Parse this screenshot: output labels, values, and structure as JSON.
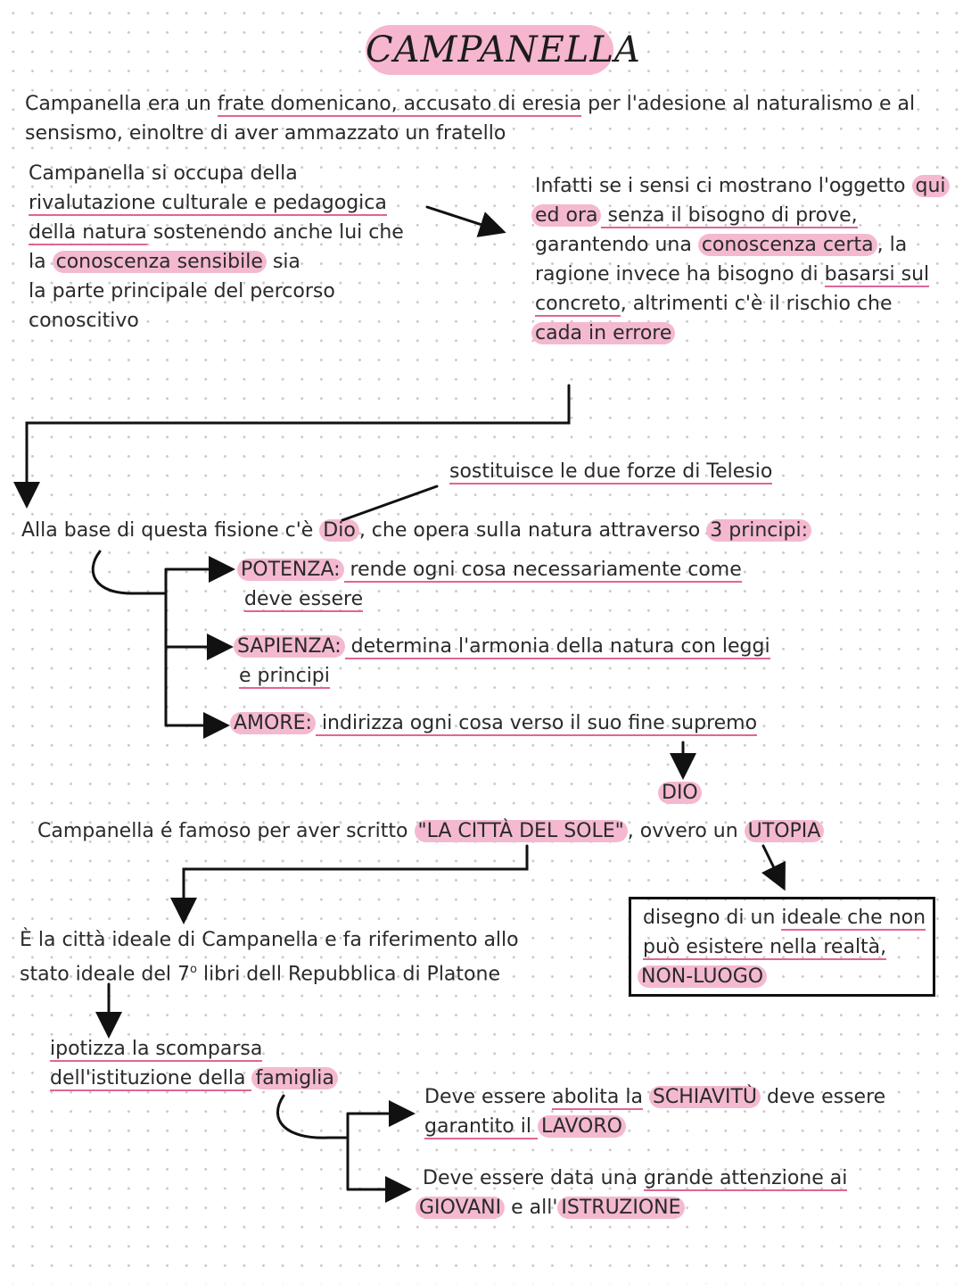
{
  "title": "CAMPANELLA",
  "intro": {
    "p1": "Campanella era un ",
    "u1": "frate domenicano, accusato di eresia",
    "p2": " per l'adesione al naturalismo e al",
    "line2": "sensismo, einoltre di aver ammazzato un fratello"
  },
  "left_block": {
    "l1": "Campanella si occupa della",
    "u1": "rivalutazione culturale e pedagogica",
    "u2": "della natura",
    "l3b": " sostenendo anche lui che",
    "l4a": "la ",
    "h1": "conoscenza sensibile",
    "l4b": " sia",
    "l5": "la parte principale del percorso",
    "l6": "conoscitivo"
  },
  "right_block": {
    "l1a": "Infatti se i sensi ci mostrano l'oggetto ",
    "h1": "qui",
    "h2": "ed ora",
    "u1": " senza il bisogno di prove,",
    "l3a": "garantendo una ",
    "h3": "conoscenza certa",
    "l3b": ", la",
    "l4a": "ragione invece ha bisogno di ",
    "u2": "basarsi sul",
    "u3": "concreto",
    "l5b": ", altrimenti c'è il rischio che",
    "h4": "cada in errore"
  },
  "telesio": "sostituisce le due forze di Telesio",
  "base": {
    "a": "Alla base di questa fisione c'è ",
    "h1": "Dio",
    "b": ", che opera sulla natura attraverso ",
    "h2": "3 principi:"
  },
  "principles": [
    {
      "name": "POTENZA:",
      "desc1": " rende ogni cosa necessariamente come",
      "desc2": "deve essere"
    },
    {
      "name": "SAPIENZA:",
      "desc1": " determina l'armonia della natura con leggi",
      "desc2": "e principi"
    },
    {
      "name": "AMORE:",
      "desc1": " indirizza ogni cosa verso il suo fine supremo",
      "desc2": ""
    }
  ],
  "dio_label": "DIO",
  "famous": {
    "a": "Campanella é famoso per aver scritto ",
    "h1": "\"LA CITTÀ DEL SOLE\"",
    "b": ", ovvero un ",
    "h2": "UTOPIA"
  },
  "utopia_box": {
    "l1a": "disegno di un ",
    "u1": "ideale che non",
    "u2": "può esistere nella realtà,",
    "h1": "NON-LUOGO"
  },
  "city": {
    "l1": "È la città ideale di Campanella e fa riferimento allo",
    "l2a": "stato ideale del 7",
    "sup": "o",
    "l2b": " libri dell Repubblica di Platone"
  },
  "family": {
    "u1": "ipotizza la scomparsa",
    "u2": "dell'istituzione della ",
    "h1": "famiglia"
  },
  "consequences": {
    "c1a": "Deve essere ",
    "c1u": "abolita la",
    "c1h": "SCHIAVITÙ",
    "c1b": " deve essere",
    "c1c": "garantito il ",
    "c1h2": "LAVORO",
    "c2a": "Deve essere data una ",
    "c2u": "grande attenzione ai",
    "c2h1": "GIOVANI",
    "c2b": " e all'",
    "c2h2": "ISTRUZIONE"
  }
}
